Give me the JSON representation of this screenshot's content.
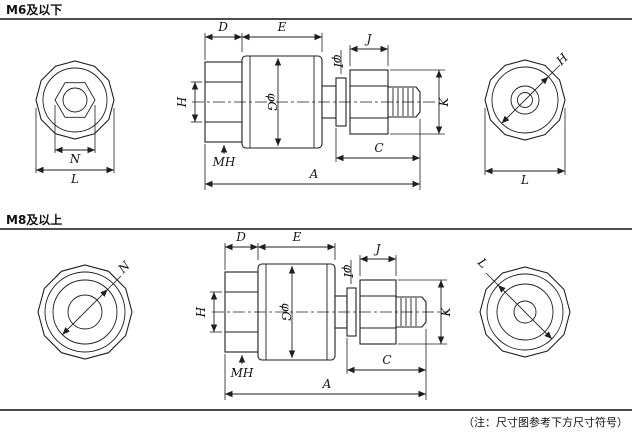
{
  "note": "（注：尺寸图参考下方尺寸符号）",
  "sections": [
    {
      "title": "M6及以下",
      "left_view": {
        "n": "N",
        "l": "L"
      },
      "side_view": {
        "d": "D",
        "e": "E",
        "j": "J",
        "phi_i": "φI",
        "h": "H",
        "phi_g": "φG",
        "k": "K",
        "mh": "MH",
        "c": "C",
        "a": "A"
      },
      "right_view": {
        "h": "H",
        "l": "L"
      }
    },
    {
      "title": "M8及以上",
      "left_view": {
        "n": "N"
      },
      "side_view": {
        "d": "D",
        "e": "E",
        "j": "J",
        "phi_i": "φI",
        "h": "H",
        "phi_g": "φG",
        "k": "K",
        "mh": "MH",
        "c": "C",
        "a": "A"
      },
      "right_view": {
        "l": "L"
      }
    }
  ]
}
